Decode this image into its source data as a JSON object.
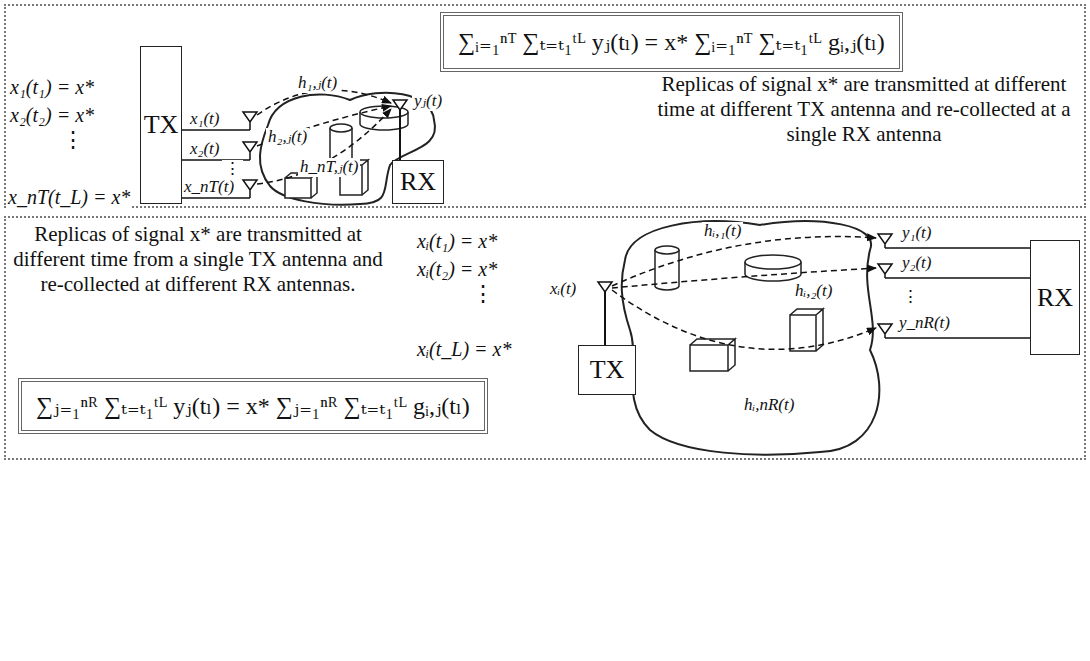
{
  "diagram": {
    "nodes": [
      {
        "text": [
          "Replicas of signal x* are transmitted at different time at different TX antenna and re-collected at a single RX antenna"
        ]
      },
      {
        "text": [
          "∑ᵢ₌₁ⁿᵀ ∑ₜ₌ₜ₁ᵗᴸ yⱼ(tₗ) = x* ∑ᵢ₌₁ⁿᵀ ∑ₜ₌ₜ₁ᵗᴸ gᵢ,ⱼ(tₗ)"
        ],
        "in": 0
      },
      {
        "text": [
          "TX"
        ],
        "in": 0
      },
      {
        "text": [
          "RX"
        ],
        "in": 0
      },
      {
        "text": [
          "Replicas of signal x* are transmitted at different time from a single TX antenna and re-collected at different RX antennas."
        ]
      },
      {
        "text": [
          "∑ⱼ₌₁ⁿᴿ ∑ₜ₌ₜ₁ᵗᴸ yⱼ(tₗ) = x* ∑ⱼ₌₁ⁿᴿ ∑ₜ₌ₜ₁ᵗᴸ gᵢ,ⱼ(tₗ)"
        ],
        "in": 4
      },
      {
        "text": [
          "TX"
        ],
        "in": 4
      },
      {
        "text": [
          "RX"
        ],
        "in": 4
      }
    ],
    "edges": [
      {
        "from": 2,
        "to": 3,
        "arrow": "to",
        "label": "h₁,ⱼ(t)"
      },
      {
        "from": 2,
        "to": 3,
        "arrow": "to",
        "label": "h₂,ⱼ(t)"
      },
      {
        "from": 2,
        "to": 3,
        "arrow": "to",
        "label": "h_nT,ⱼ(t)"
      },
      {
        "from": 6,
        "to": 7,
        "arrow": "to",
        "label": "hᵢ,₁(t)"
      },
      {
        "from": 6,
        "to": 7,
        "arrow": "to",
        "label": "hᵢ,₂(t)"
      },
      {
        "from": 6,
        "to": 7,
        "arrow": "to",
        "label": "hᵢ,nR(t)"
      }
    ],
    "labels": [
      "x₁(t₁) = x*",
      "x₂(t₂) = x*",
      "⋮",
      "x_nT(t_L) = x*",
      "x₁(t)",
      "x₂(t)",
      "⋮",
      "x_nT(t)",
      "yⱼ(t)",
      "xᵢ(t₁) = x*",
      "xᵢ(t₂) = x*",
      "⋮",
      "xᵢ(t_L) = x*",
      "xᵢ(t)",
      "y₁(t)",
      "y₂(t)",
      "⋮",
      "y_nR(t)"
    ]
  }
}
